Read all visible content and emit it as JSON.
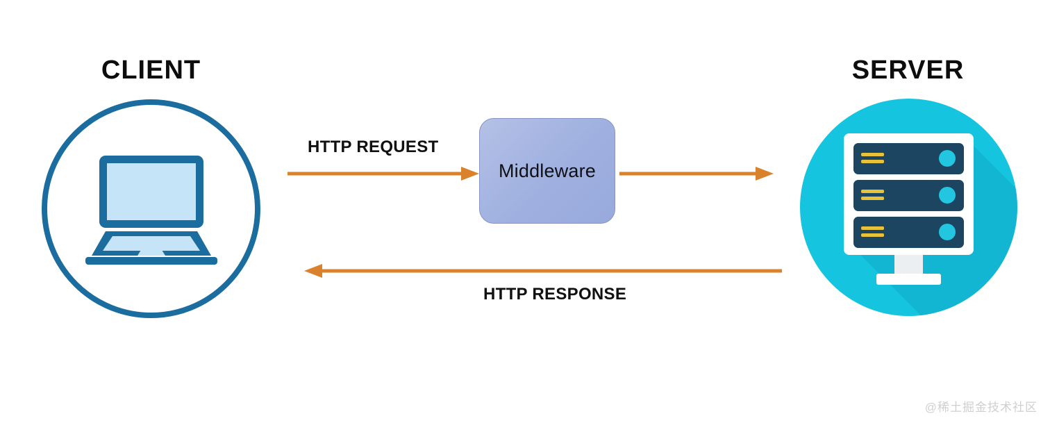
{
  "diagram": {
    "title": "Client Middleware Server HTTP flow",
    "background_color": "#ffffff",
    "client": {
      "title": "CLIENT",
      "icon_name": "laptop-icon",
      "circle_color": "#1a6d9e",
      "icon_outline_color": "#1a6d9e",
      "icon_screen_color": "#c5e4f7"
    },
    "middleware": {
      "label": "Middleware",
      "fill_color": "#a6b5e2",
      "border_color": "#8794c4",
      "text_color": "#0f1014"
    },
    "server": {
      "title": "SERVER",
      "icon_name": "server-rack-icon",
      "circle_color": "#15c5e0",
      "shadow_color": "#12a8c4",
      "frame_color": "#ffffff",
      "rack_color": "#1b4560",
      "rack_line_color": "#e8c33a",
      "rack_led_color": "#22c6e0",
      "rack_count": 3
    },
    "arrows": [
      {
        "name": "http-request-client-to-middleware",
        "label": "HTTP REQUEST",
        "direction": "right",
        "color": "#d9822b",
        "from": "client",
        "to": "middleware"
      },
      {
        "name": "http-request-middleware-to-server",
        "label": "",
        "direction": "right",
        "color": "#d9822b",
        "from": "middleware",
        "to": "server"
      },
      {
        "name": "http-response-server-to-client",
        "label": "HTTP RESPONSE",
        "direction": "left",
        "color": "#d9822b",
        "from": "server",
        "to": "client"
      }
    ],
    "labels": {
      "http_request": "HTTP REQUEST",
      "http_response": "HTTP RESPONSE"
    },
    "watermark": "@稀土掘金技术社区"
  }
}
